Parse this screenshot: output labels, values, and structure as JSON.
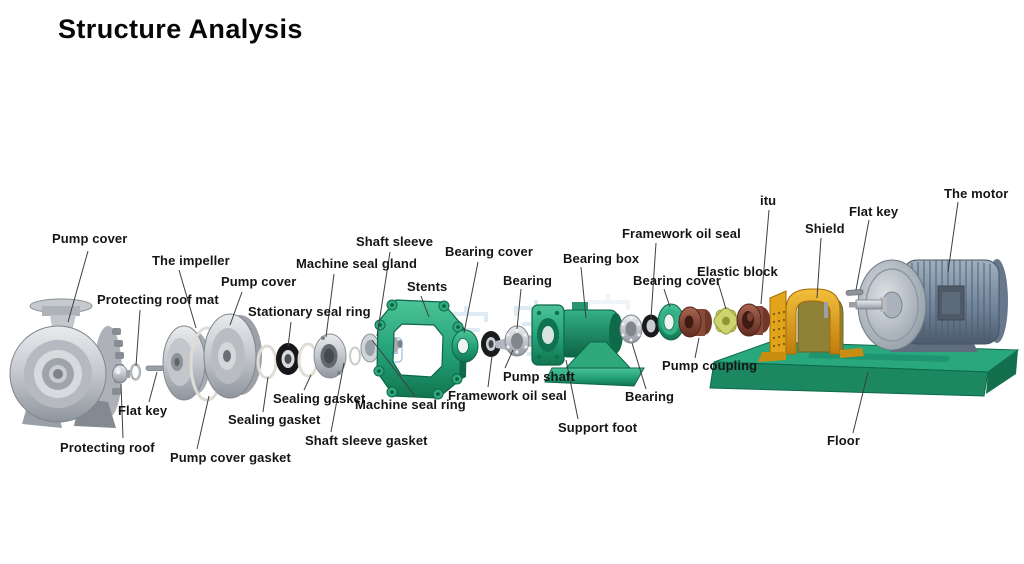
{
  "title": "Structure Analysis",
  "watermark": {
    "badge": "CYB"
  },
  "colors": {
    "part_green": "#2aa47e",
    "part_green_dark": "#0e6a49",
    "shield_yellow": "#e8a21d",
    "coupling_brown": "#8e4c3b",
    "elastic_yellow_green": "#cdd36f",
    "motor_gray_blue": "#76879b",
    "metal_silver": "#c7cacf",
    "seal_black": "#1b1b1e",
    "label_text": "#151515",
    "leader_line": "#3f3f3f",
    "watermark_blue": "#bfd9ec",
    "background": "#ffffff"
  },
  "labels": {
    "pump_cover_left": "Pump cover",
    "the_impeller": "The impeller",
    "protecting_roof_mat": "Protecting roof mat",
    "pump_cover_right": "Pump cover",
    "stationary_seal_ring": "Stationary seal ring",
    "machine_seal_gland": "Machine seal gland",
    "shaft_sleeve": "Shaft sleeve",
    "stents": "Stents",
    "bearing_cover_front": "Bearing cover",
    "bearing_front": "Bearing",
    "bearing_box": "Bearing box",
    "framework_oil_seal_top": "Framework oil seal",
    "bearing_cover_rear": "Bearing cover",
    "elastic_block": "Elastic block",
    "itu": "itu",
    "shield": "Shield",
    "flat_key_motor": "Flat key",
    "the_motor": "The motor",
    "pump_coupling": "Pump coupling",
    "bearing_rear": "Bearing",
    "support_foot": "Support foot",
    "floor": "Floor",
    "pump_shaft": "Pump shaft",
    "framework_oil_seal_bottom": "Framework oil seal",
    "machine_seal_ring": "Machine seal ring",
    "sealing_gasket_right": "Sealing gasket",
    "sealing_gasket_left": "Sealing gasket",
    "shaft_sleeve_gasket": "Shaft sleeve gasket",
    "pump_cover_gasket": "Pump cover gasket",
    "flat_key_pump": "Flat key",
    "protecting_roof": "Protecting roof"
  }
}
